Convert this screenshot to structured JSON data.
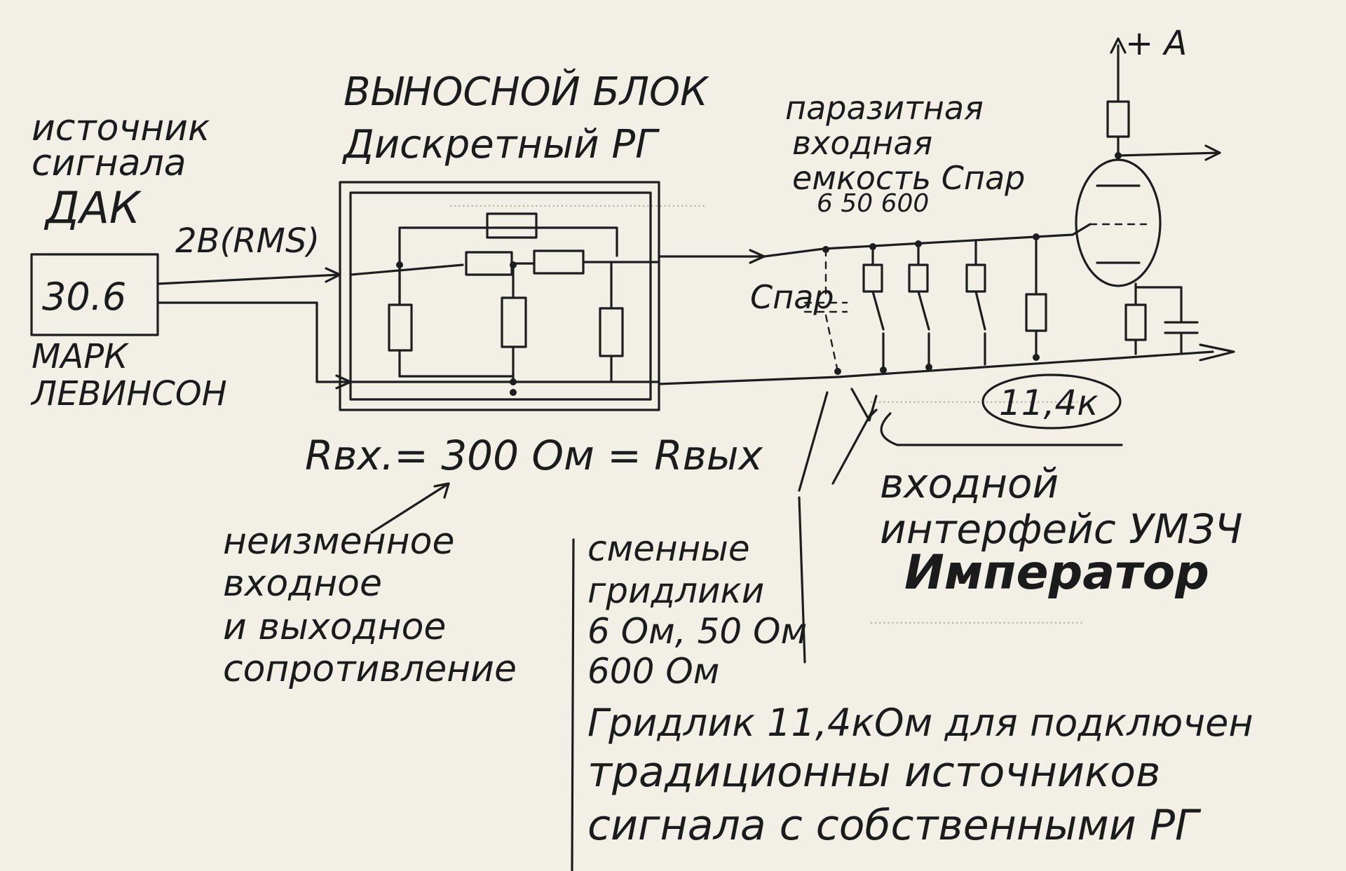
{
  "labels": {
    "source_title_1": "источник",
    "source_title_2": "сигнала",
    "source_title_3": "ДАК",
    "source_box": "30.6",
    "source_maker_1": "МАРК",
    "source_maker_2": "ЛЕВИНСОН",
    "voltage": "2В(RMS)",
    "block_title_1": "ВЫНОСНОЙ БЛОК",
    "block_title_2": "Дискретный РГ",
    "parasitic_1": "паразитная",
    "parasitic_2": "входная",
    "parasitic_3": "емкость Спар",
    "values": "6 50 600",
    "cpar": "Спар",
    "plus_a": "+ А",
    "r11k": "11,4к",
    "rin_rout": "Rвх.= 300 Ом = Rвых",
    "fixed_1": "неизменное",
    "fixed_2": "входное",
    "fixed_3": "и выходное",
    "fixed_4": "сопротивление",
    "swap_1": "сменные",
    "swap_2": "гридлики",
    "swap_3": "6 Ом, 50 Ом",
    "swap_4": "600 Ом",
    "interface_1": "входной",
    "interface_2": "интерфейс УМЗЧ",
    "interface_3": "Император",
    "note_1": "Гридлик 11,4кОм для подключен",
    "note_2": "традиционны источников",
    "note_3": "сигнала с собственными РГ"
  },
  "colors": {
    "paper": "#f2f0e6",
    "ink": "#1d1d1d"
  }
}
